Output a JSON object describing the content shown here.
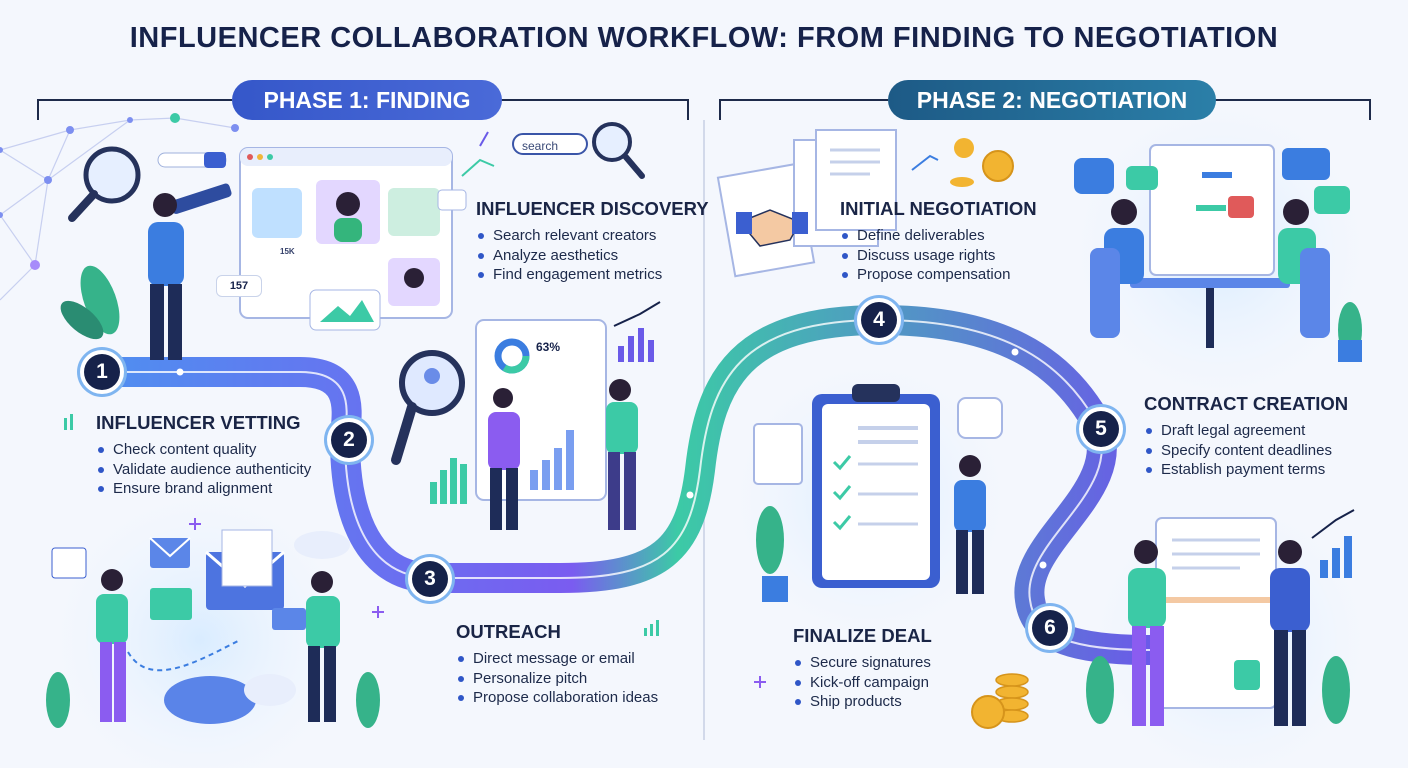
{
  "title": "INFLUENCER COLLABORATION WORKFLOW: FROM FINDING TO NEGOTIATION",
  "phases": [
    {
      "label": "PHASE 1: FINDING"
    },
    {
      "label": "PHASE 2: NEGOTIATION"
    }
  ],
  "steps": [
    {
      "number": "1",
      "title": "INFLUENCER VETTING",
      "bullets": [
        "Check content quality",
        "Validate audience authenticity",
        "Ensure brand alignment"
      ]
    },
    {
      "number": "2",
      "title": "INFLUENCER DISCOVERY",
      "bullets": [
        "Search relevant creators",
        "Analyze aesthetics",
        "Find engagement metrics"
      ]
    },
    {
      "number": "3",
      "title": "OUTREACH",
      "bullets": [
        "Direct message or email",
        "Personalize pitch",
        "Propose collaboration ideas"
      ]
    },
    {
      "number": "4",
      "title": "INITIAL NEGOTIATION",
      "bullets": [
        "Define deliverables",
        "Discuss usage rights",
        "Propose compensation"
      ]
    },
    {
      "number": "5",
      "title": "CONTRACT CREATION",
      "bullets": [
        "Draft legal agreement",
        "Specify content deadlines",
        "Establish payment terms"
      ]
    },
    {
      "number": "6",
      "title": "FINALIZE DEAL",
      "bullets": [
        "Secure signatures",
        "Kick-off campaign",
        "Ship products"
      ]
    }
  ],
  "illustration_text": {
    "search_placeholder": "search",
    "analytics_percent": "63%",
    "likes_count": "157",
    "likes_small": "15K"
  },
  "colors": {
    "phase1": "#3557c9",
    "phase2": "#1d5a86",
    "path_start": "#4f8ff0",
    "path_mid": "#7a5cf0",
    "path_end": "#3ccaa6",
    "navy": "#16224a"
  }
}
